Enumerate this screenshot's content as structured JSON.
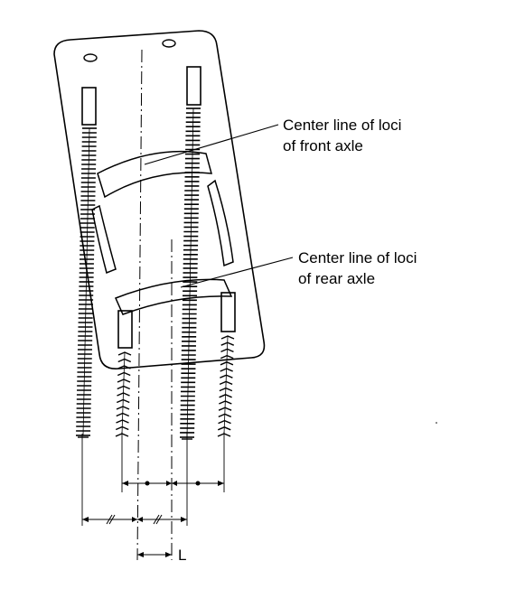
{
  "labels": {
    "front_axle_line1": "Center line of loci",
    "front_axle_line2": "of front axle",
    "rear_axle_line1": "Center line of loci",
    "rear_axle_line2": "of rear axle",
    "dimension_l": "L"
  },
  "colors": {
    "ink": "#000000",
    "background": "#ffffff"
  }
}
